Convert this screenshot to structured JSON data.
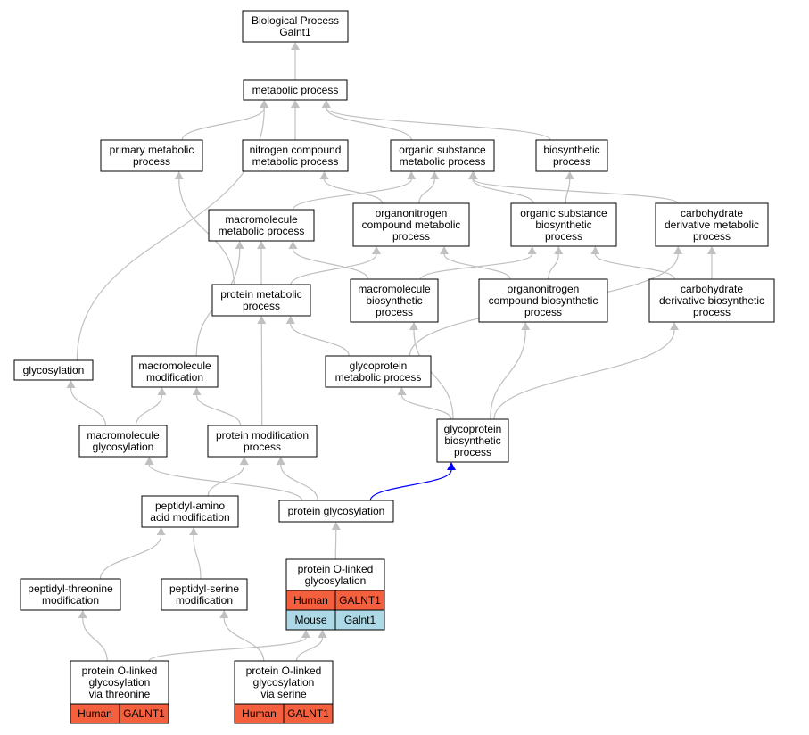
{
  "colors": {
    "edge": "#c0c0c0",
    "highlight_edge": "#0000ff",
    "human": "#f4603e",
    "mouse": "#add8e6"
  },
  "nodes": [
    {
      "id": "bp",
      "lines": [
        "Biological Process",
        "Galnt1"
      ]
    },
    {
      "id": "mp",
      "lines": [
        "metabolic process"
      ]
    },
    {
      "id": "pmp",
      "lines": [
        "primary metabolic",
        "process"
      ]
    },
    {
      "id": "ncmp",
      "lines": [
        "nitrogen compound",
        "metabolic process"
      ]
    },
    {
      "id": "osmp",
      "lines": [
        "organic substance",
        "metabolic process"
      ]
    },
    {
      "id": "bsp",
      "lines": [
        "biosynthetic",
        "process"
      ]
    },
    {
      "id": "mmp",
      "lines": [
        "macromolecule",
        "metabolic process"
      ]
    },
    {
      "id": "oncmp",
      "lines": [
        "organonitrogen",
        "compound metabolic",
        "process"
      ]
    },
    {
      "id": "osbp",
      "lines": [
        "organic substance",
        "biosynthetic",
        "process"
      ]
    },
    {
      "id": "cdmp",
      "lines": [
        "carbohydrate",
        "derivative metabolic",
        "process"
      ]
    },
    {
      "id": "prmp",
      "lines": [
        "protein metabolic",
        "process"
      ]
    },
    {
      "id": "mbp",
      "lines": [
        "macromolecule",
        "biosynthetic",
        "process"
      ]
    },
    {
      "id": "oncbp",
      "lines": [
        "organonitrogen",
        "compound biosynthetic",
        "process"
      ]
    },
    {
      "id": "cdbp",
      "lines": [
        "carbohydrate",
        "derivative biosynthetic",
        "process"
      ]
    },
    {
      "id": "gly",
      "lines": [
        "glycosylation"
      ]
    },
    {
      "id": "mm",
      "lines": [
        "macromolecule",
        "modification"
      ]
    },
    {
      "id": "gpmp",
      "lines": [
        "glycoprotein",
        "metabolic process"
      ]
    },
    {
      "id": "mg",
      "lines": [
        "macromolecule",
        "glycosylation"
      ]
    },
    {
      "id": "pmodp",
      "lines": [
        "protein modification",
        "process"
      ]
    },
    {
      "id": "gpbp",
      "lines": [
        "glycoprotein",
        "biosynthetic",
        "process"
      ]
    },
    {
      "id": "pam",
      "lines": [
        "peptidyl-amino",
        "acid modification"
      ]
    },
    {
      "id": "pg",
      "lines": [
        "protein glycosylation"
      ]
    },
    {
      "id": "ptm",
      "lines": [
        "peptidyl-threonine",
        "modification"
      ]
    },
    {
      "id": "psm",
      "lines": [
        "peptidyl-serine",
        "modification"
      ]
    },
    {
      "id": "pol",
      "lines": [
        "protein O-linked",
        "glycosylation"
      ],
      "annotations": [
        {
          "species": "Human",
          "gene": "GALNT1"
        },
        {
          "species": "Mouse",
          "gene": "Galnt1"
        }
      ]
    },
    {
      "id": "polt",
      "lines": [
        "protein O-linked",
        "glycosylation",
        "via threonine"
      ],
      "annotations": [
        {
          "species": "Human",
          "gene": "GALNT1"
        }
      ]
    },
    {
      "id": "pols",
      "lines": [
        "protein O-linked",
        "glycosylation",
        "via serine"
      ],
      "annotations": [
        {
          "species": "Human",
          "gene": "GALNT1"
        }
      ]
    }
  ],
  "edges": [
    [
      "mp",
      "bp"
    ],
    [
      "pmp",
      "mp"
    ],
    [
      "ncmp",
      "mp"
    ],
    [
      "osmp",
      "mp"
    ],
    [
      "bsp",
      "mp"
    ],
    [
      "gly",
      "mp"
    ],
    [
      "mmp",
      "osmp"
    ],
    [
      "oncmp",
      "osmp"
    ],
    [
      "oncmp",
      "ncmp"
    ],
    [
      "osbp",
      "osmp"
    ],
    [
      "osbp",
      "bsp"
    ],
    [
      "cdmp",
      "osmp"
    ],
    [
      "prmp",
      "pmp"
    ],
    [
      "prmp",
      "mmp"
    ],
    [
      "prmp",
      "oncmp"
    ],
    [
      "mbp",
      "mmp"
    ],
    [
      "mbp",
      "osbp"
    ],
    [
      "oncbp",
      "oncmp"
    ],
    [
      "oncbp",
      "osbp"
    ],
    [
      "cdbp",
      "cdmp"
    ],
    [
      "cdbp",
      "osbp"
    ],
    [
      "mm",
      "mmp"
    ],
    [
      "gpmp",
      "prmp"
    ],
    [
      "gpmp",
      "cdmp"
    ],
    [
      "mg",
      "gly"
    ],
    [
      "mg",
      "mm"
    ],
    [
      "pmodp",
      "mm"
    ],
    [
      "pmodp",
      "prmp"
    ],
    [
      "gpbp",
      "gpmp"
    ],
    [
      "gpbp",
      "mbp"
    ],
    [
      "gpbp",
      "oncbp"
    ],
    [
      "gpbp",
      "cdbp"
    ],
    [
      "pam",
      "pmodp"
    ],
    [
      "pg",
      "mg"
    ],
    [
      "pg",
      "pmodp"
    ],
    [
      "pg",
      "gpbp"
    ],
    [
      "ptm",
      "pam"
    ],
    [
      "psm",
      "pam"
    ],
    [
      "pol",
      "pg"
    ],
    [
      "polt",
      "ptm"
    ],
    [
      "polt",
      "pol"
    ],
    [
      "pols",
      "psm"
    ],
    [
      "pols",
      "pol"
    ]
  ],
  "highlighted_edges": [
    [
      "pg",
      "gpbp"
    ]
  ]
}
